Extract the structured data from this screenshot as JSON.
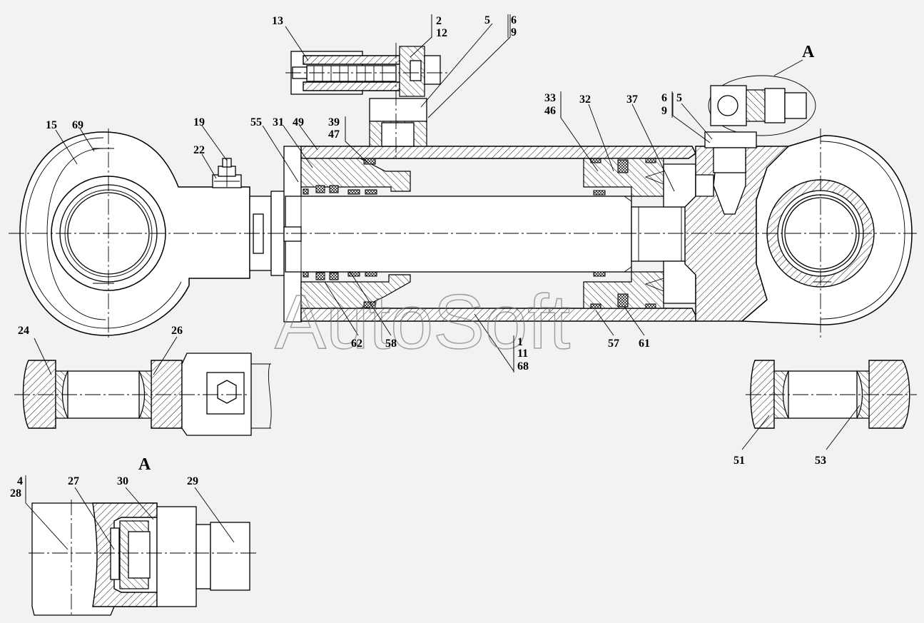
{
  "labels": {
    "l13": "13",
    "l2": "2",
    "l12": "12",
    "l5a": "5",
    "l6a": "6",
    "l9a": "9",
    "lA1": "A",
    "l15": "15",
    "l69": "69",
    "l19": "19",
    "l22": "22",
    "l55": "55",
    "l31": "31",
    "l49": "49",
    "l39": "39",
    "l47": "47",
    "l33": "33",
    "l46": "46",
    "l32": "32",
    "l37": "37",
    "l6b": "6",
    "l9b": "9",
    "l5b": "5",
    "l62": "62",
    "l58": "58",
    "l1": "1",
    "l11": "11",
    "l68": "68",
    "l57": "57",
    "l61": "61",
    "l24": "24",
    "l26": "26",
    "l51": "51",
    "l53": "53",
    "lA2": "A",
    "l4": "4",
    "l28": "28",
    "l27": "27",
    "l30": "30",
    "l29": "29"
  },
  "watermark": "AutoSoft"
}
